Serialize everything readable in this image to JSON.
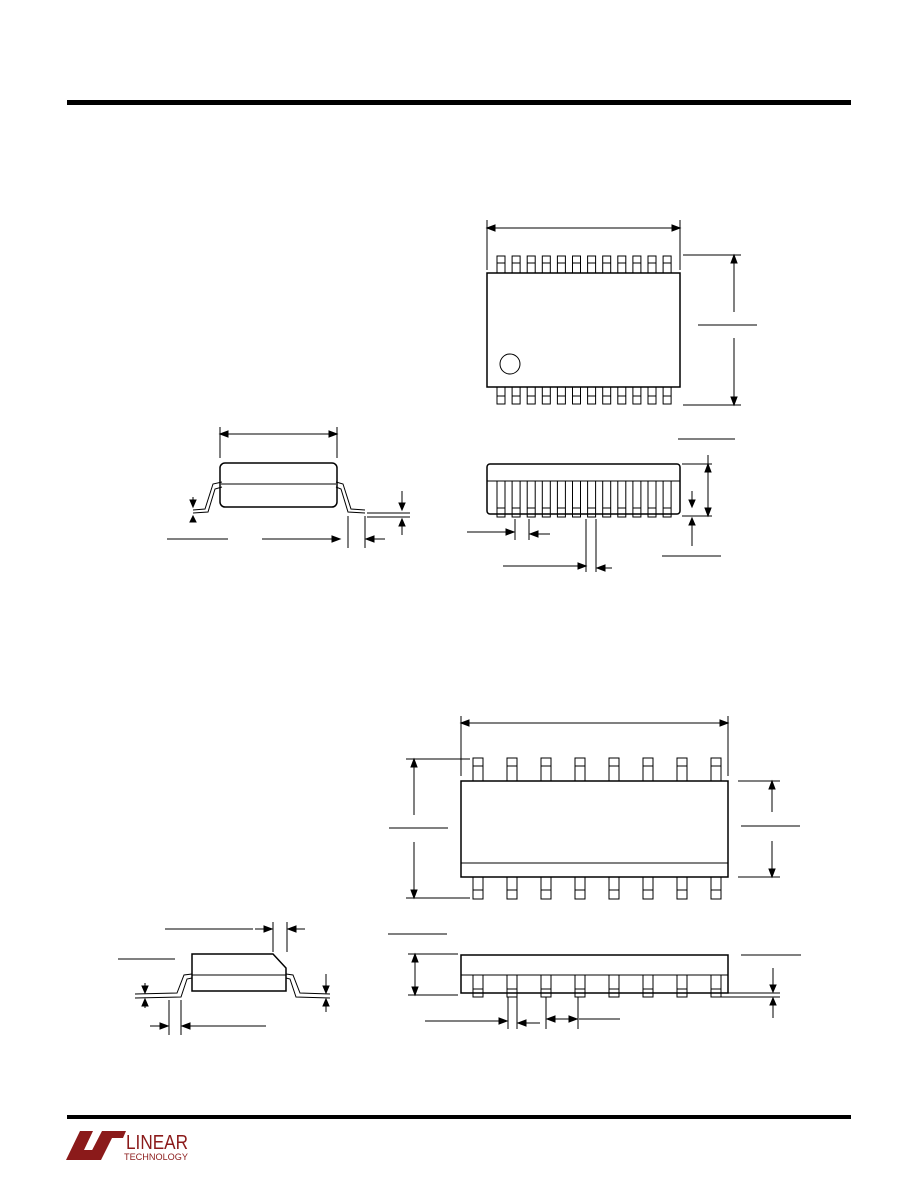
{
  "colors": {
    "ink": "#000000",
    "logo": "#8b1a1a",
    "background": "#ffffff"
  },
  "top_package": {
    "top_view": {
      "pin_count_per_side": 12,
      "pin1_marker": "circle"
    },
    "side_view": {
      "pin_count_per_side": 12
    }
  },
  "bottom_package": {
    "top_view": {
      "pin_count_per_side": 8
    },
    "side_view": {
      "pin_count_per_side": 8
    }
  },
  "footer": {
    "logo": {
      "word1": "LINEAR",
      "word2": "TECHNOLOGY",
      "mark_icon": "lt-logo-mark-icon"
    }
  }
}
